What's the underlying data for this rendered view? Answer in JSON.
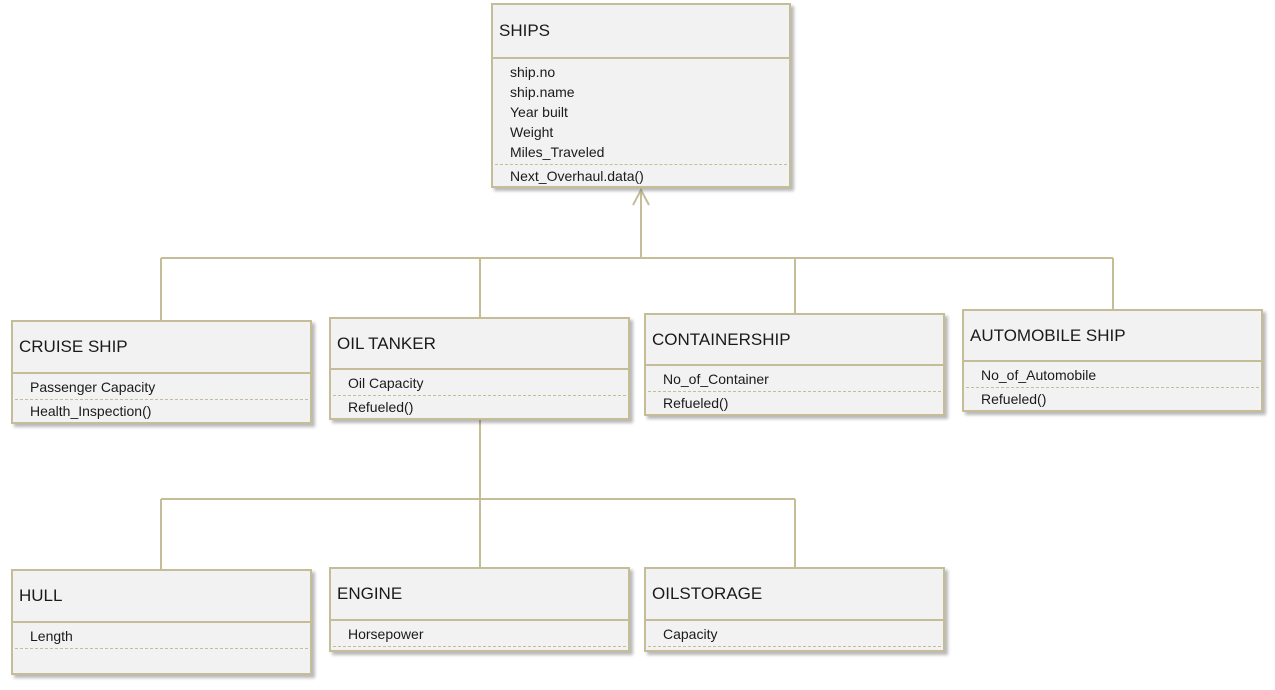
{
  "classes": {
    "ships": {
      "name": "SHIPS",
      "attributes": [
        "ship.no",
        "ship.name",
        "Year built",
        "Weight",
        "Miles_Traveled"
      ],
      "methods": [
        "Next_Overhaul.data()"
      ]
    },
    "cruise_ship": {
      "name": "CRUISE SHIP",
      "attributes": [
        "Passenger Capacity"
      ],
      "methods": [
        "Health_Inspection()"
      ]
    },
    "oil_tanker": {
      "name": "OIL TANKER",
      "attributes": [
        "Oil Capacity"
      ],
      "methods": [
        "Refueled()"
      ]
    },
    "containership": {
      "name": "CONTAINERSHIP",
      "attributes": [
        "No_of_Container"
      ],
      "methods": [
        "Refueled()"
      ]
    },
    "automobile_ship": {
      "name": "AUTOMOBILE SHIP",
      "attributes": [
        "No_of_Automobile"
      ],
      "methods": [
        "Refueled()"
      ]
    },
    "hull": {
      "name": "HULL",
      "attributes": [
        "Length"
      ],
      "methods": []
    },
    "engine": {
      "name": "ENGINE",
      "attributes": [
        "Horsepower"
      ],
      "methods": []
    },
    "oilstorage": {
      "name": "OILSTORAGE",
      "attributes": [
        "Capacity"
      ],
      "methods": []
    }
  },
  "colors": {
    "border": "#c4bd97",
    "fill": "#f2f2f2",
    "text": "#1a1a1a"
  }
}
